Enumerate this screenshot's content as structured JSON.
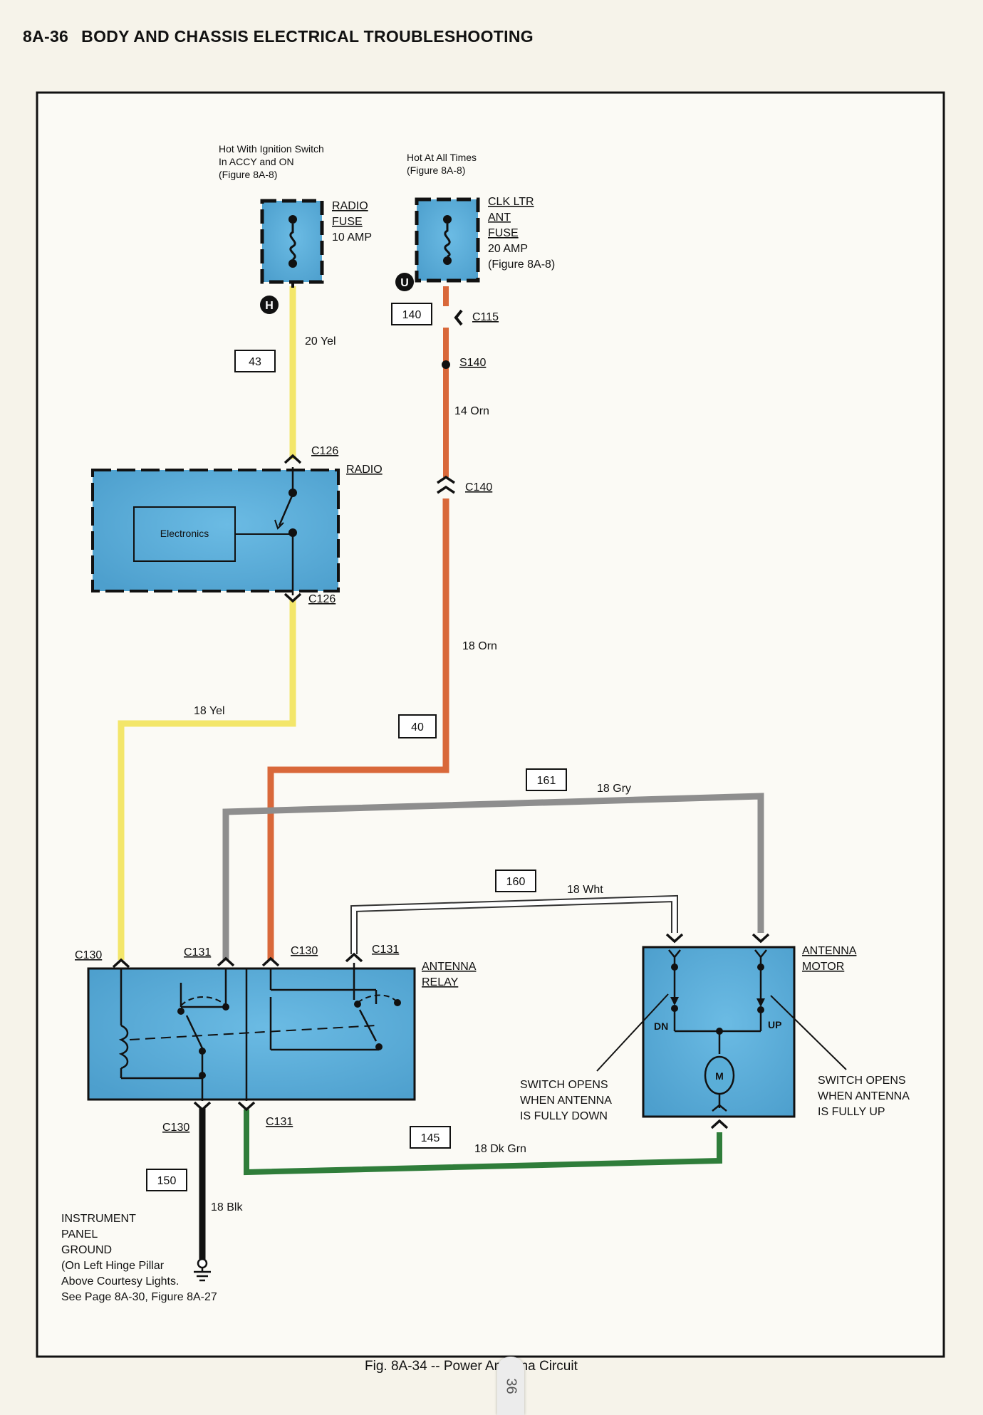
{
  "header": {
    "page_number": "8A-36",
    "title": "BODY AND CHASSIS ELECTRICAL TROUBLESHOOTING"
  },
  "radio_fuse": {
    "source": [
      "Hot With Ignition Switch",
      "In ACCY and ON",
      "(Figure 8A-8)"
    ],
    "label": [
      "RADIO",
      "FUSE",
      "10 AMP"
    ],
    "terminal": "H"
  },
  "ant_fuse": {
    "source": [
      "Hot At All Times",
      "(Figure 8A-8)"
    ],
    "label": [
      "CLK LTR",
      "ANT",
      "FUSE",
      "20 AMP",
      "(Figure 8A-8)"
    ],
    "terminal": "U"
  },
  "circuits": {
    "c43": "43",
    "c140": "140",
    "c40": "40",
    "c161": "161",
    "c160": "160",
    "c145": "145",
    "c150": "150"
  },
  "wires": {
    "w20yel": "20 Yel",
    "w14orn": "14 Orn",
    "w18orn": "18 Orn",
    "w18yel": "18 Yel",
    "w18gry": "18 Gry",
    "w18wht": "18 Wht",
    "w18dkgrn": "18 Dk Grn",
    "w18blk": "18 Blk"
  },
  "connectors": {
    "c115": "C115",
    "s140": "S140",
    "c140": "C140",
    "c126_top": "C126",
    "c126_bot": "C126",
    "c130_left": "C130",
    "c131_a": "C131",
    "c130_mid": "C130",
    "c131_b": "C131",
    "c130_bot": "C130",
    "c131_bot": "C131"
  },
  "radio": {
    "label": "RADIO",
    "inner": "Electronics"
  },
  "relay": {
    "label": [
      "ANTENNA",
      "RELAY"
    ]
  },
  "motor": {
    "label": [
      "ANTENNA",
      "MOTOR"
    ],
    "dn": "DN",
    "up": "UP",
    "m": "M"
  },
  "notes": {
    "switch_down": [
      "SWITCH OPENS",
      "WHEN ANTENNA",
      "IS FULLY DOWN"
    ],
    "switch_up": [
      "SWITCH OPENS",
      "WHEN ANTENNA",
      "IS FULLY UP"
    ]
  },
  "ground": {
    "text": [
      "INSTRUMENT",
      "PANEL",
      "GROUND",
      "(On Left Hinge Pillar",
      "Above Courtesy Lights.",
      "See Page 8A-30, Figure 8A-27"
    ]
  },
  "caption": "Fig. 8A-34 -- Power Antenna Circuit",
  "page_tab": "36",
  "colors": {
    "box_fill": "#5aaed8",
    "yellow": "#f3e66a",
    "orange": "#d9683a",
    "gray": "#8e8e8e",
    "green": "#2f7d3a",
    "black": "#111111"
  }
}
